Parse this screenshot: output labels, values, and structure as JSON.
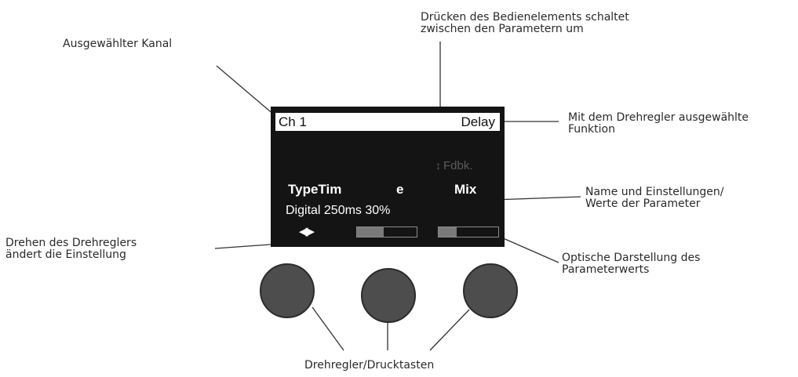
{
  "callouts": {
    "selected_channel": "Ausgewählter Kanal",
    "press_control_line1": "Drücken des Bedienelements schaltet",
    "press_control_line2": "zwischen den Parametern um",
    "selected_function_line1": "Mit dem Drehregler ausgewählte",
    "selected_function_line2": "Funktion",
    "param_name_line1": "Name und Einstellungen/",
    "param_name_line2": "Werte der Parameter",
    "turn_knob_line1": "Drehen des Drehreglers",
    "turn_knob_line2": "ändert die Einstellung",
    "visual_display_line1": "Optische Darstellung des",
    "visual_display_line2": "Parameterwerts",
    "knobs_label": "Drehregler/Drucktasten"
  },
  "display": {
    "channel": "Ch 1",
    "function": "Delay",
    "hidden_param": "Fdbk.",
    "param_name_1": "TypeTim",
    "param_name_2": "e",
    "param_name_3": "Mix",
    "values_line": "Digital 250ms 30%",
    "turn_indicator": "◀▶"
  },
  "bars": [
    0.45,
    0.3
  ],
  "colors": {
    "screen": "#141414",
    "knob": "#4d4d4d",
    "leader": "#333333"
  }
}
